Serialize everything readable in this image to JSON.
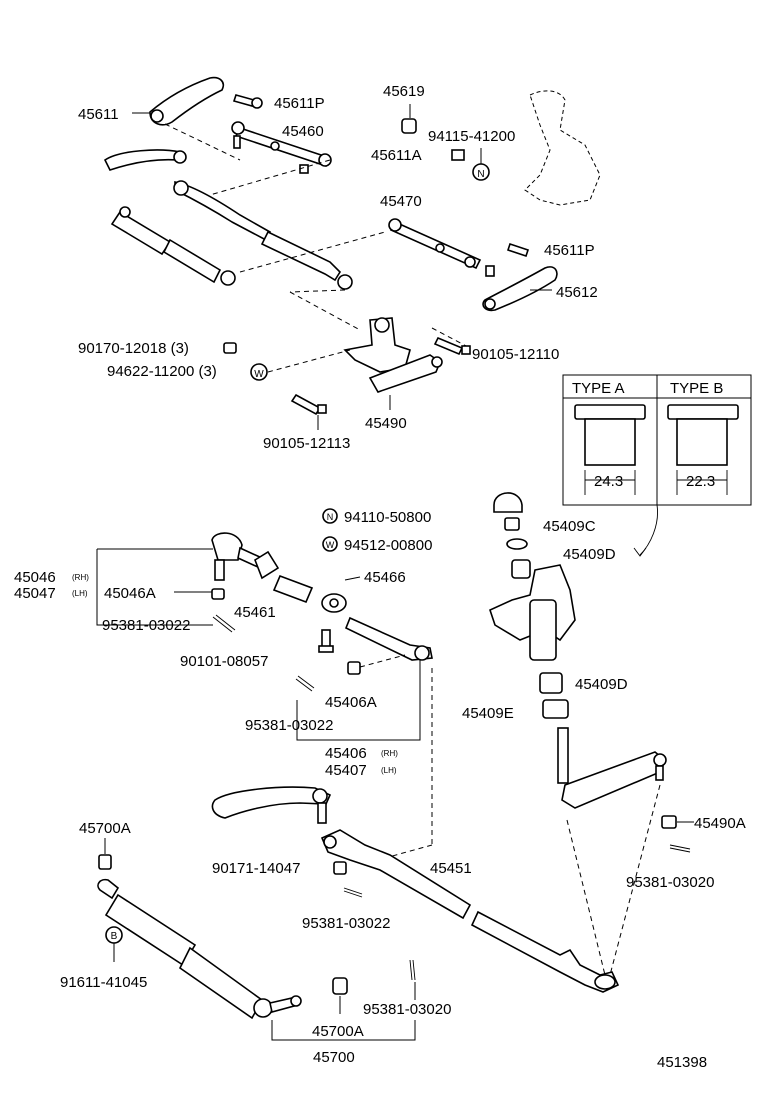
{
  "diagram_id": "451398",
  "top_labels": {
    "p45611": "45611",
    "p45611P_a": "45611P",
    "p45460": "45460",
    "p45619": "45619",
    "p94115": "94115-41200",
    "p45611A": "45611A",
    "p45470": "45470",
    "p45611P_b": "45611P",
    "p45612": "45612",
    "p90170": "90170-12018 (3)",
    "p94622": "94622-11200 (3)",
    "p90105a": "90105-12110",
    "p45490": "45490",
    "p90105b": "90105-12113"
  },
  "type_box": {
    "type_a": "TYPE A",
    "type_b": "TYPE B",
    "dim_a": "24.3",
    "dim_b": "22.3"
  },
  "bottom_labels": {
    "p94110": "94110-50800",
    "p94512": "94512-00800",
    "p45409C": "45409C",
    "p45466": "45466",
    "p45409D_a": "45409D",
    "p45046": "45046",
    "p45046_sub": "(RH)",
    "p45047": "45047",
    "p45047_sub": "(LH)",
    "p45046A": "45046A",
    "p45461": "45461",
    "p95381a": "95381-03022",
    "p90101": "90101-08057",
    "p45409D_b": "45409D",
    "p45406A": "45406A",
    "p45409E": "45409E",
    "p95381b": "95381-03022",
    "p45406": "45406",
    "p45406_sub": "(RH)",
    "p45407": "45407",
    "p45407_sub": "(LH)",
    "p45700A_a": "45700A",
    "p45490A": "45490A",
    "p90171": "90171-14047",
    "p45451": "45451",
    "p95381c": "95381-03020",
    "p95381d": "95381-03022",
    "p91611": "91611-41045",
    "p95381e": "95381-03020",
    "p45700A_b": "45700A",
    "p45700": "45700"
  },
  "markers": {
    "n1": "N",
    "w1": "W",
    "n2": "N",
    "w2": "W",
    "b1": "B"
  }
}
